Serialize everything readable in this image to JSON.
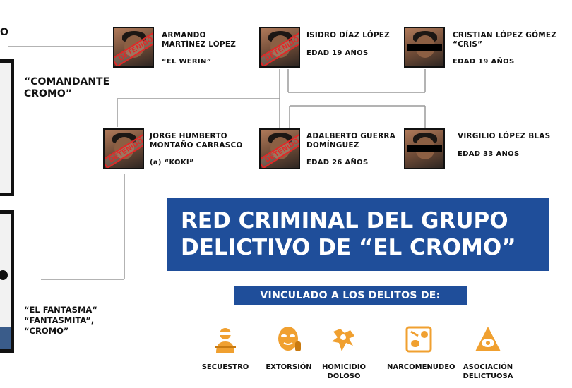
{
  "top_left_fragment": "O",
  "boss": {
    "alias": "“COMANDANTE CROMO”",
    "alias_line1": "“COMANDANTE",
    "alias_line2": "CROMO”"
  },
  "second": {
    "alias_line1": "“EL FANTASMA“",
    "alias_line2": "“FANTASMITA”,",
    "alias_line3": "“CROMO”"
  },
  "stamp_text": "DETENIDO",
  "members": [
    {
      "name_line1": "ARMANDO",
      "name_line2": "MARTÍNEZ LÓPEZ",
      "info": "“EL WERIN”",
      "detained": true
    },
    {
      "name_line1": "ISIDRO DÍAZ LÓPEZ",
      "name_line2": "",
      "info": "EDAD 19 AÑOS",
      "detained": true
    },
    {
      "name_line1": "CRISTIAN LÓPEZ GÓMEZ",
      "name_line2": "“CRIS”",
      "info": "EDAD 19 AÑOS",
      "detained": false
    },
    {
      "name_line1": "JORGE HUMBERTO",
      "name_line2": "MONTAÑO CARRASCO",
      "info": "(a) “KOKI”",
      "detained": true
    },
    {
      "name_line1": "ADALBERTO GUERRA",
      "name_line2": "DOMÍNGUEZ",
      "info": "EDAD 26 AÑOS",
      "detained": true
    },
    {
      "name_line1": "VIRGILIO LÓPEZ BLAS",
      "name_line2": "",
      "info": "EDAD 33 AÑOS",
      "detained": false
    }
  ],
  "title": {
    "line1": "RED CRIMINAL DEL GRUPO",
    "line2": "DELICTIVO DE “EL CROMO”"
  },
  "crimes_header": "VINCULADO A LOS DELITOS DE:",
  "crimes": [
    {
      "label": "SECUESTRO",
      "icon": "kidnapping-icon"
    },
    {
      "label": "EXTORSIÓN",
      "icon": "extortion-icon"
    },
    {
      "label": "HOMICIDIO DOLOSO",
      "label_line1": "HOMICIDIO",
      "label_line2": "DOLOSO",
      "icon": "homicide-icon"
    },
    {
      "label": "NARCOMENUDEO",
      "icon": "drugs-icon"
    },
    {
      "label": "ASOCIACIÓN DELICTUOSA",
      "label_line1": "ASOCIACIÓN",
      "label_line2": "DELICTUOSA",
      "icon": "criminal-association-icon"
    }
  ],
  "colors": {
    "accent_blue": "#1f4e9a",
    "stamp_red": "#e32626",
    "icon_orange": "#f0a030"
  }
}
